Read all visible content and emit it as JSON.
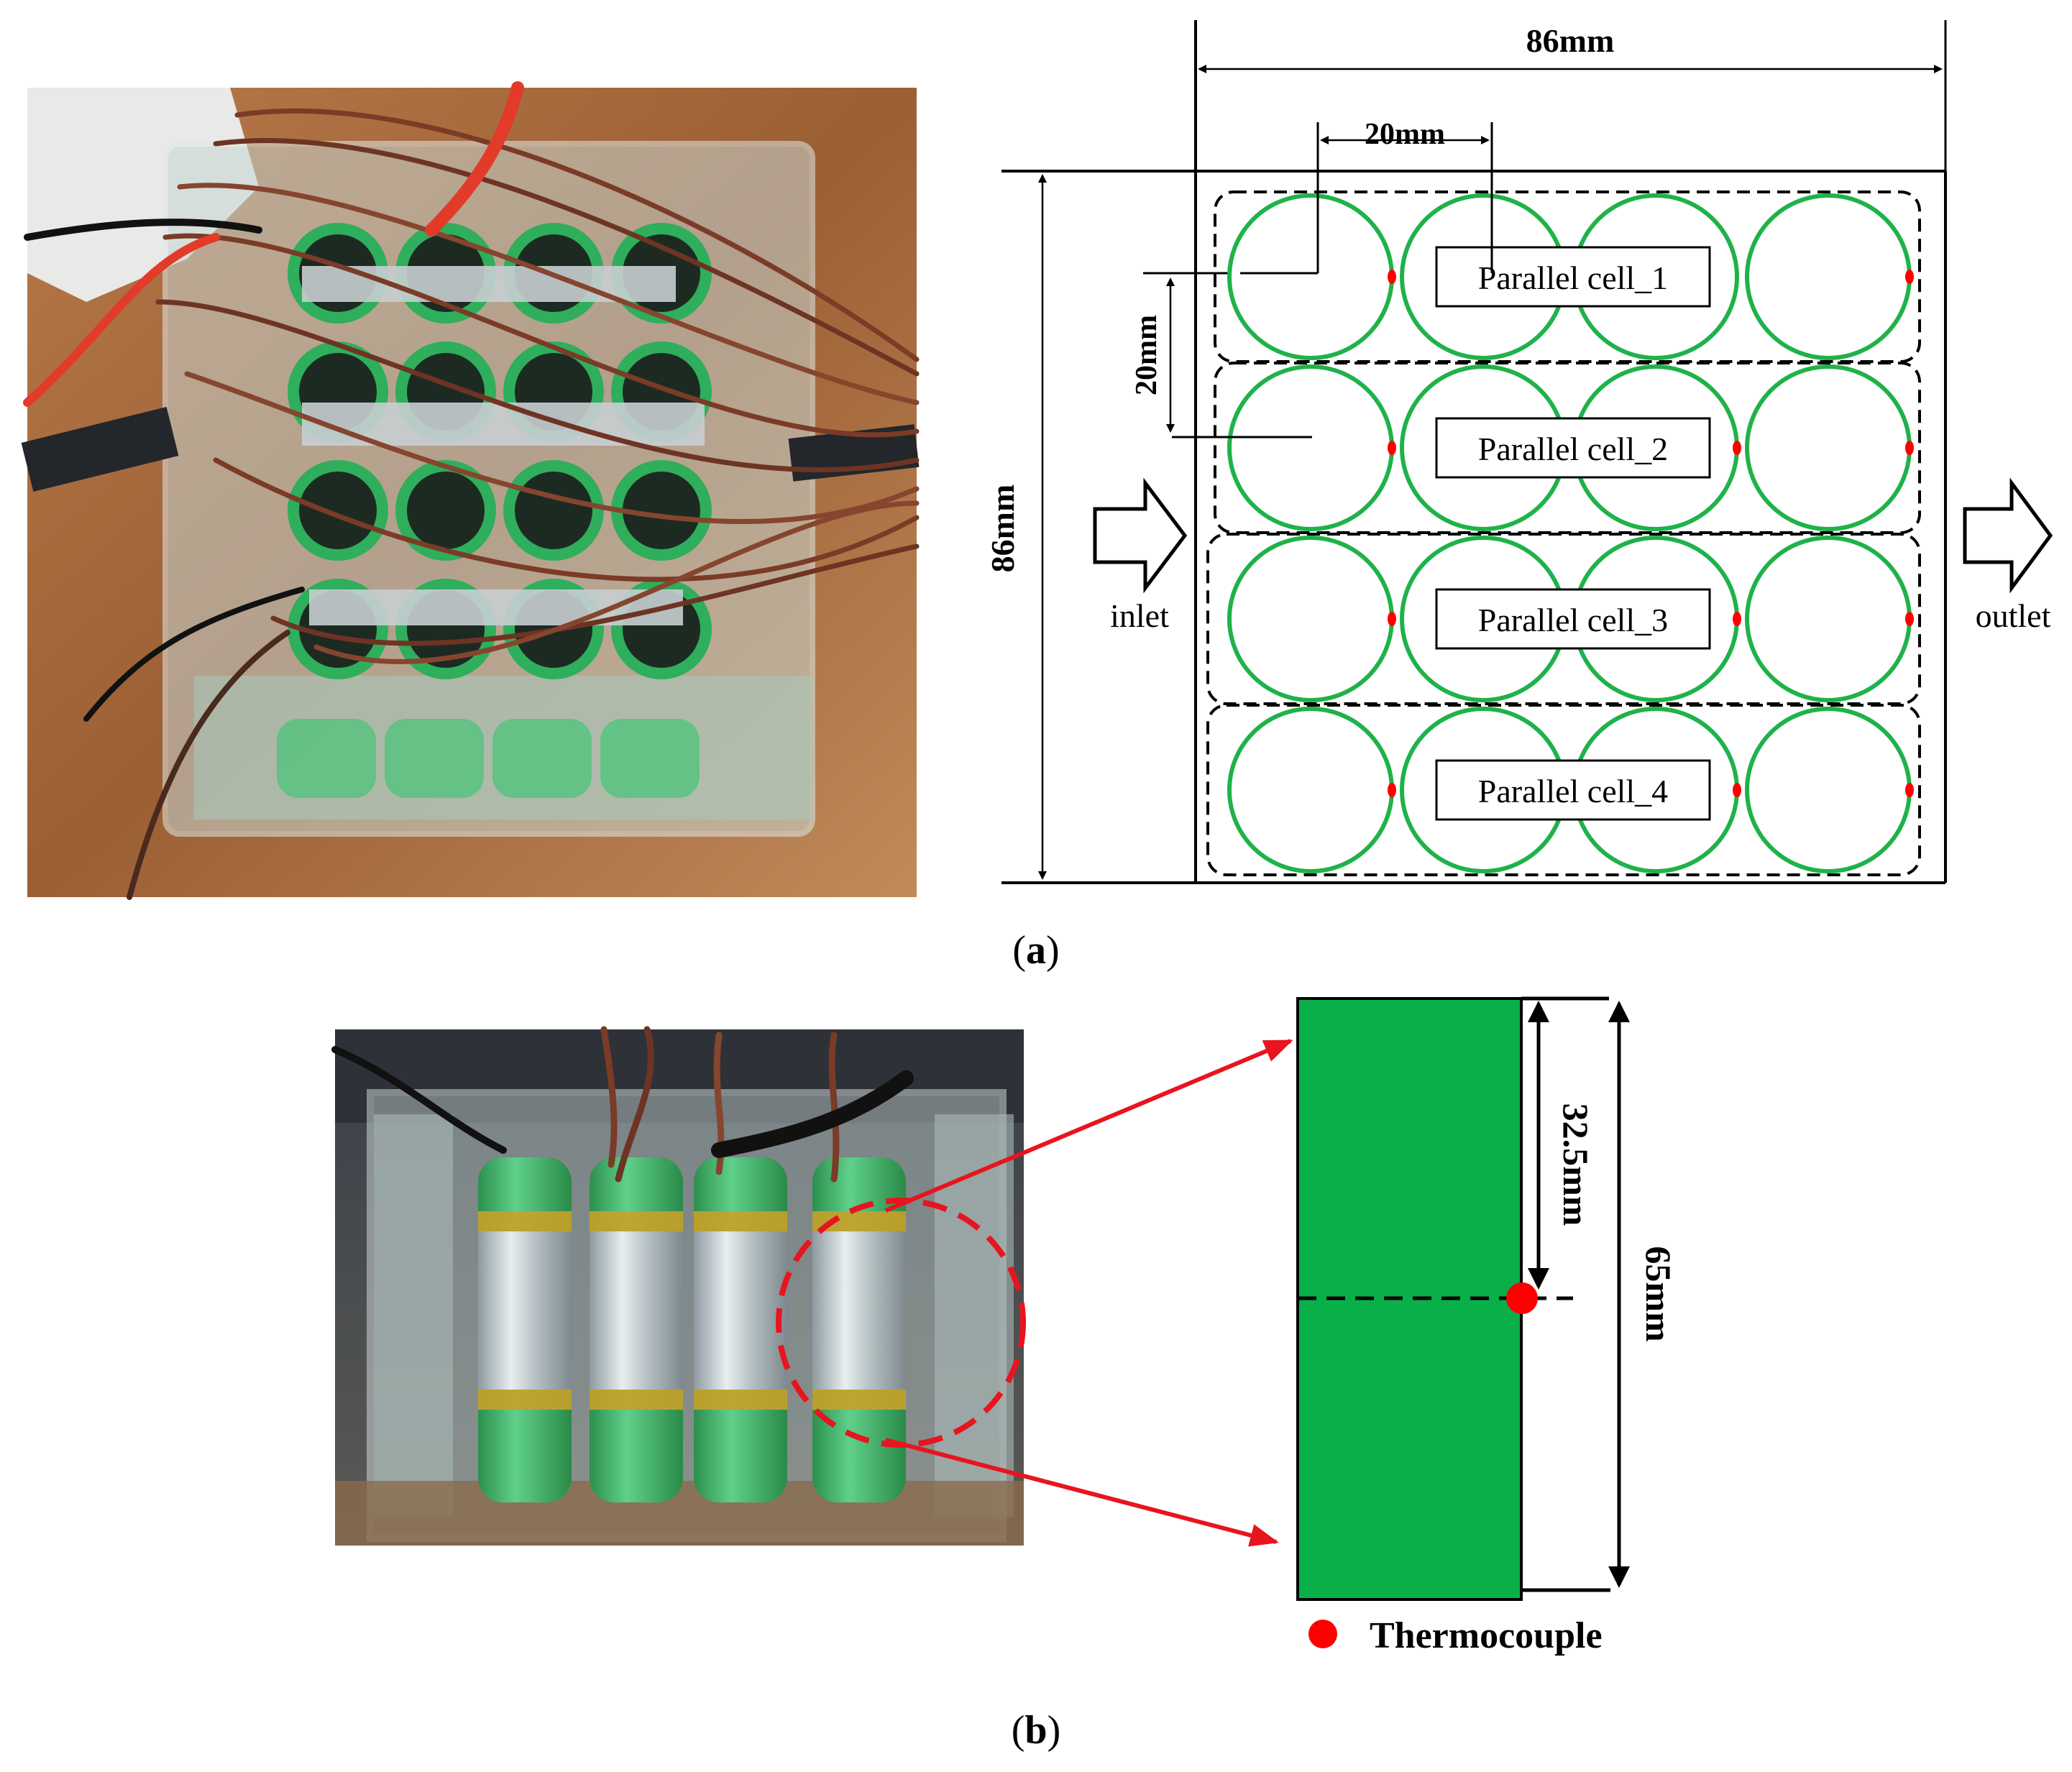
{
  "panel_a": {
    "label_open": "(",
    "label_letter": "a",
    "label_close": ")",
    "photo": {
      "description_icon": "battery-pack-top-photo-icon"
    },
    "diagram": {
      "width_dim": "86mm",
      "height_dim": "86mm",
      "spacing_h": "20mm",
      "spacing_v": "20mm",
      "inlet": "inlet",
      "outlet": "outlet",
      "parallel_cells": [
        "Parallel cell_1",
        "Parallel cell_2",
        "Parallel cell_3",
        "Parallel cell_4"
      ],
      "grid_rows": 4,
      "grid_cols": 4,
      "cell_color": "#1fb24a",
      "thermocouple_color": "#ff0000"
    }
  },
  "panel_b": {
    "label_open": "(",
    "label_letter": "b",
    "label_close": ")",
    "photo": {
      "description_icon": "battery-pack-side-photo-icon"
    },
    "diagram": {
      "half_height": "32.5mm",
      "full_height": "65mm",
      "legend": "Thermocouple",
      "cell_color": "#09b04a",
      "thermocouple_color": "#ff0000"
    }
  }
}
